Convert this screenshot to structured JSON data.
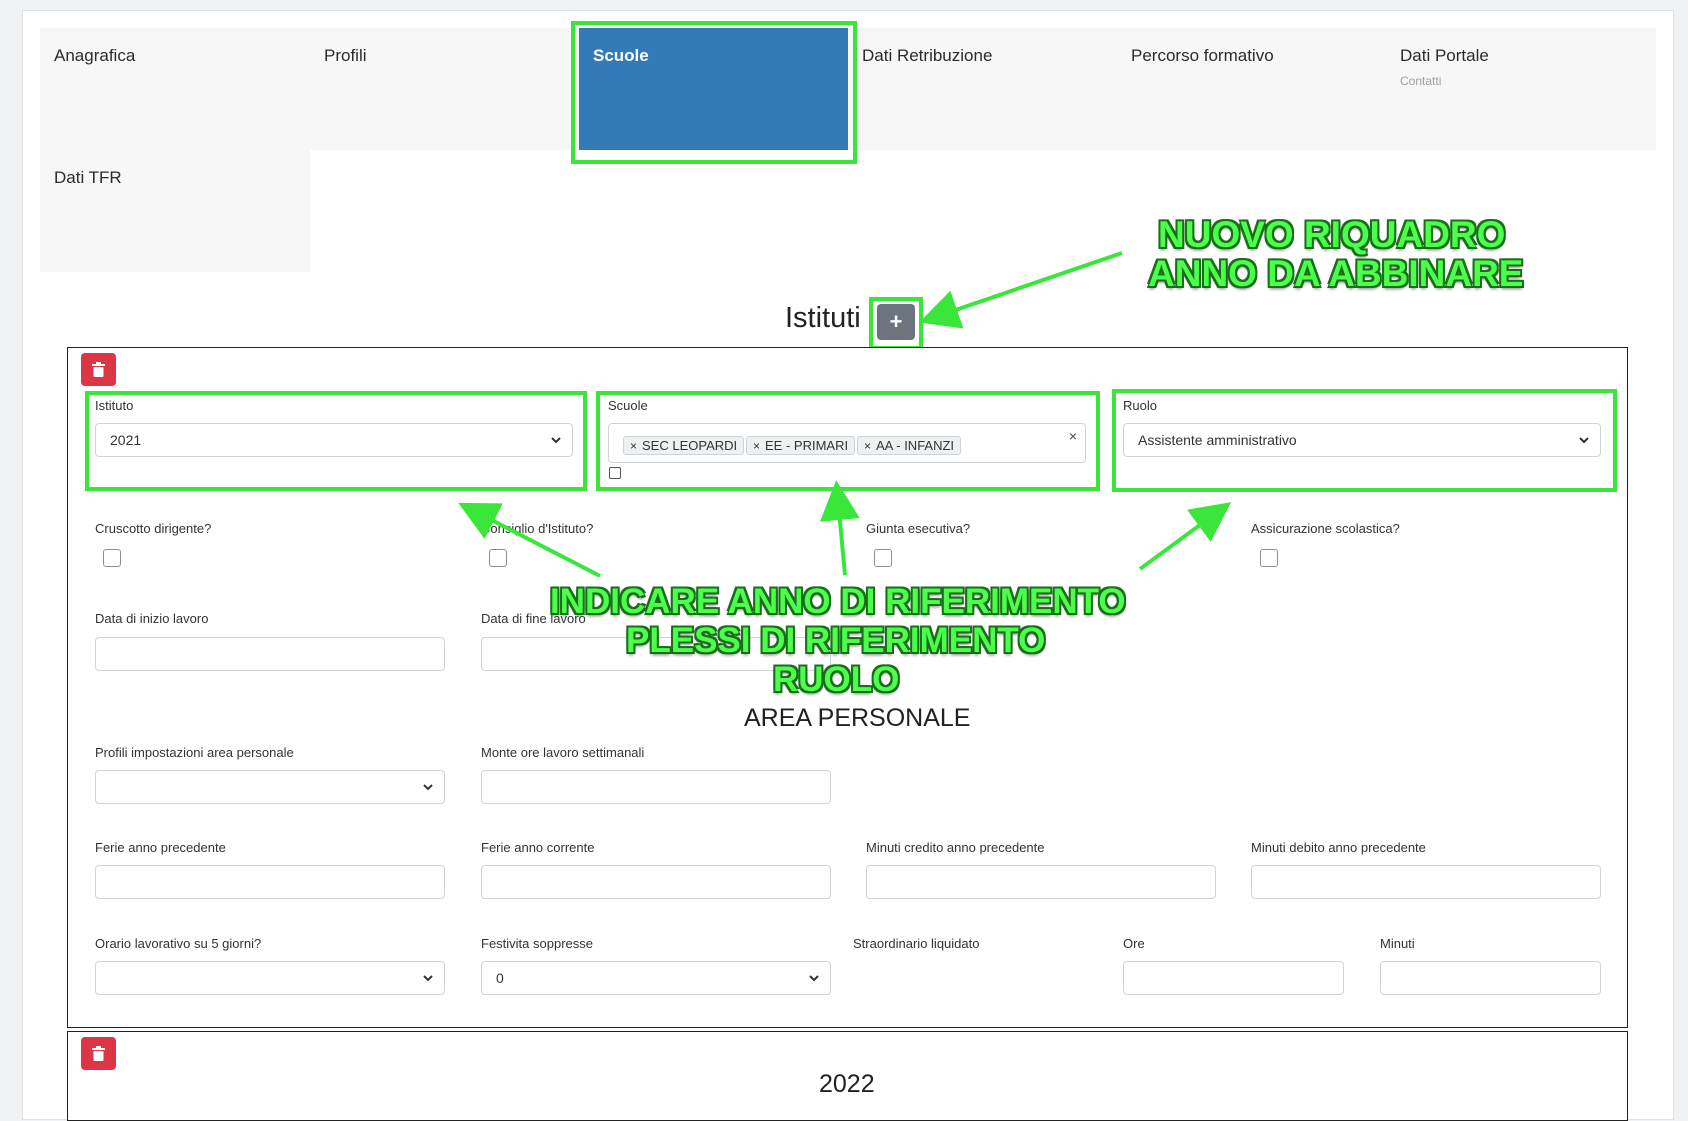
{
  "tabs": [
    {
      "label": "Anagrafica",
      "sub": ""
    },
    {
      "label": "Profili",
      "sub": ""
    },
    {
      "label": "Scuole",
      "sub": ""
    },
    {
      "label": "Dati Retribuzione",
      "sub": ""
    },
    {
      "label": "Percorso formativo",
      "sub": ""
    },
    {
      "label": "Dati Portale",
      "sub": "Contatti"
    },
    {
      "label": "Dati TFR",
      "sub": ""
    }
  ],
  "active_tab": "Scuole",
  "section": {
    "title": "Istituti",
    "add_symbol": "+"
  },
  "card1": {
    "istituto": {
      "label": "Istituto",
      "value": "2021"
    },
    "scuole": {
      "label": "Scuole",
      "tags": [
        "SEC LEOPARDI",
        "EE - PRIMARI",
        "AA - INFANZI"
      ],
      "clear": "×"
    },
    "ruolo": {
      "label": "Ruolo",
      "value": "Assistente amministrativo"
    },
    "checks": {
      "cruscotto": "Cruscotto dirigente?",
      "consiglio": "Consiglio d'Istituto?",
      "giunta": "Giunta esecutiva?",
      "assicurazione": "Assicurazione scolastica?"
    },
    "data_inizio": "Data di inizio lavoro",
    "data_fine": "Data di fine lavoro",
    "area_personale_title": "AREA PERSONALE",
    "profili_impostazioni": "Profili impostazioni area personale",
    "monte_ore": "Monte ore lavoro settimanali",
    "ferie_prec": "Ferie anno precedente",
    "ferie_corr": "Ferie anno corrente",
    "minuti_credito": "Minuti credito anno precedente",
    "minuti_debito": "Minuti debito anno precedente",
    "orario_5": "Orario lavorativo su 5 giorni?",
    "festivita": {
      "label": "Festivita soppresse",
      "value": "0"
    },
    "straordinario": "Straordinario liquidato",
    "ore": "Ore",
    "minuti": "Minuti"
  },
  "card2": {
    "year_title": "2022"
  },
  "annotations": {
    "nuovo_riquadro": [
      "NUOVO RIQUADRO",
      "ANNO DA ABBINARE"
    ],
    "indicare": [
      "INDICARE ANNO DI RIFERIMENTO",
      "PLESSI DI RIFERIMENTO",
      "RUOLO"
    ]
  },
  "colors": {
    "highlight": "#39e639",
    "active_tab": "#337ab7",
    "delete": "#dc3545",
    "add": "#6c757d"
  }
}
